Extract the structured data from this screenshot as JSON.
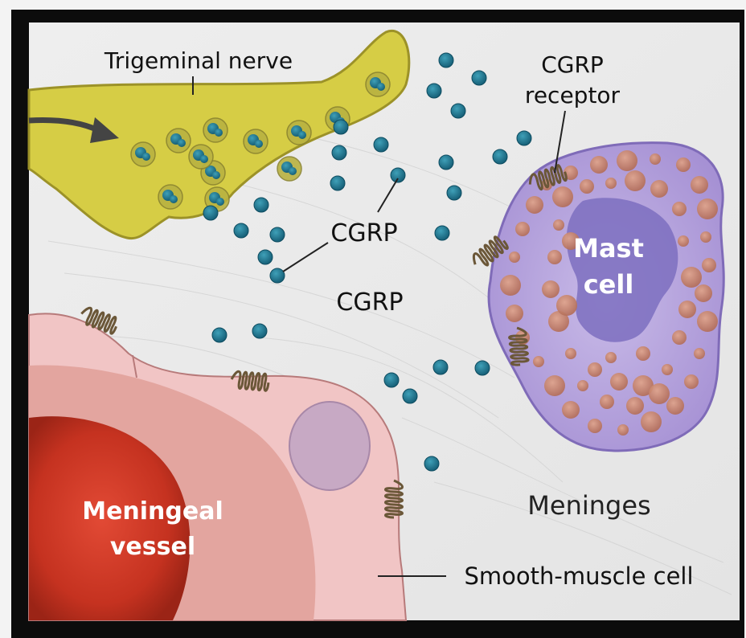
{
  "labels": {
    "trigeminal_nerve": "Trigeminal nerve",
    "cgrp_receptor_line1": "CGRP",
    "cgrp_receptor_line2": "receptor",
    "cgrp_pointer": "CGRP",
    "cgrp_center": "CGRP",
    "mast_cell_line1": "Mast",
    "mast_cell_line2": "cell",
    "meninges": "Meninges",
    "meningeal_vessel_line1": "Meningeal",
    "meningeal_vessel_line2": "vessel",
    "smooth_muscle_cell": "Smooth-muscle cell"
  },
  "colors": {
    "nerve": "#d6cd45",
    "cgrp": "#1f6f8b",
    "mast_cell": "#b2a0d8",
    "vessel_wall": "#f1c5c5",
    "vessel_lumen": "#c93322",
    "frame": "#0c0c0c"
  }
}
